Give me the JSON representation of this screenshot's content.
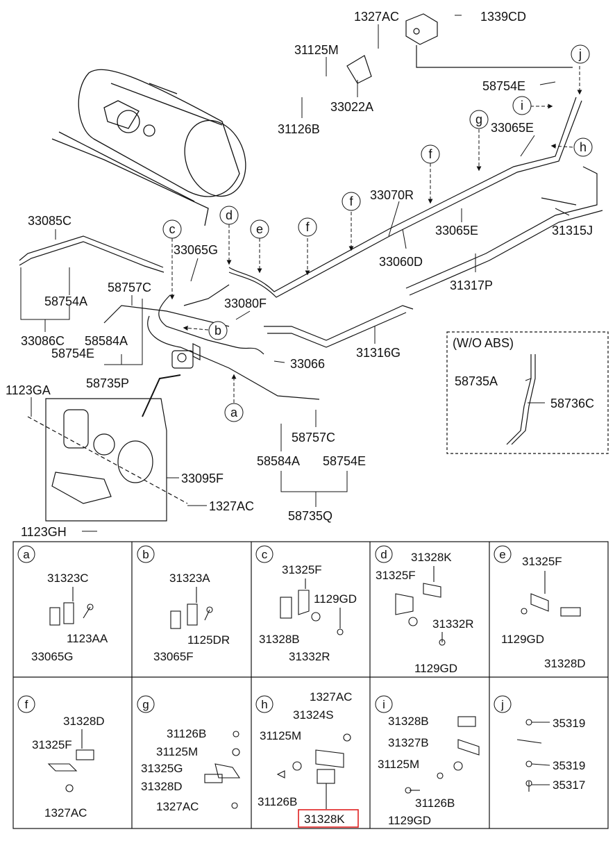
{
  "upper_labels": {
    "l1327AC_top": "1327AC",
    "l1339CD": "1339CD",
    "l31125M_top": "31125M",
    "l33022A": "33022A",
    "l31126B_top": "31126B",
    "l58754E_top": "58754E",
    "l33065E_top": "33065E",
    "l33070R": "33070R",
    "l33065E_mid": "33065E",
    "l31315J": "31315J",
    "l33060D": "33060D",
    "l31317P": "31317P",
    "l33085C": "33085C",
    "l33065G": "33065G",
    "l58757C_left": "58757C",
    "l33080F": "33080F",
    "l58754A": "58754A",
    "l31316G": "31316G",
    "l33086C": "33086C",
    "l58584A_left": "58584A",
    "l58754E_left": "58754E",
    "l33066": "33066",
    "l58735P": "58735P",
    "l1123GA": "1123GA",
    "l58757C_right": "58757C",
    "l58584A_right": "58584A",
    "l58754E_right": "58754E",
    "l33095F": "33095F",
    "l1327AC_bot": "1327AC",
    "l58735Q": "58735Q",
    "l1123GH": "1123GH",
    "wo_abs_title": "(W/O ABS)",
    "l58735A": "58735A",
    "l58736C": "58736C"
  },
  "callouts": {
    "a": "a",
    "b": "b",
    "c": "c",
    "d": "d",
    "e": "e",
    "f1": "f",
    "f2": "f",
    "f3": "f",
    "g": "g",
    "h": "h",
    "i": "i",
    "j": "j"
  },
  "cells": {
    "a": {
      "key": "a",
      "labels": [
        "31323C",
        "1123AA",
        "33065G"
      ]
    },
    "b": {
      "key": "b",
      "labels": [
        "31323A",
        "1125DR",
        "33065F"
      ]
    },
    "c": {
      "key": "c",
      "labels": [
        "31325F",
        "1129GD",
        "31328B",
        "31332R"
      ]
    },
    "d": {
      "key": "d",
      "labels": [
        "31328K",
        "31325F",
        "31332R",
        "1129GD"
      ]
    },
    "e": {
      "key": "e",
      "labels": [
        "31325F",
        "1129GD",
        "31328D"
      ]
    },
    "f": {
      "key": "f",
      "labels": [
        "31328D",
        "31325F",
        "1327AC"
      ]
    },
    "g": {
      "key": "g",
      "labels": [
        "31126B",
        "31125M",
        "31325G",
        "31328D",
        "1327AC"
      ]
    },
    "h": {
      "key": "h",
      "labels": [
        "1327AC",
        "31324S",
        "31125M",
        "31126B",
        "31328K"
      ]
    },
    "i": {
      "key": "i",
      "labels": [
        "31328B",
        "31327B",
        "31125M",
        "31126B",
        "1129GD"
      ]
    },
    "j": {
      "key": "j",
      "labels": [
        "35319",
        "35319",
        "35317"
      ]
    }
  },
  "highlight": {
    "part": "31328K",
    "color": "#e02020"
  }
}
